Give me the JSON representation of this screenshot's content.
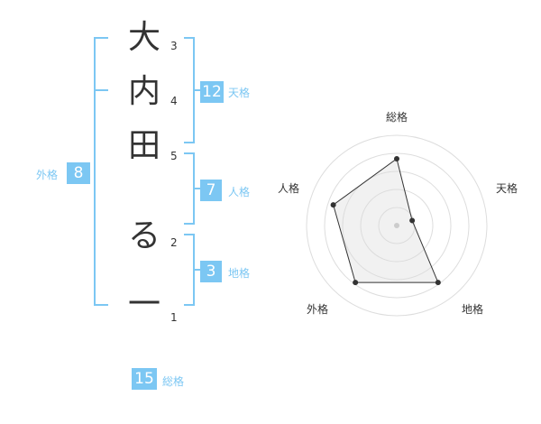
{
  "name_chars": [
    {
      "char": "大",
      "strokes": "3"
    },
    {
      "char": "内",
      "strokes": "4"
    },
    {
      "char": "田",
      "strokes": "5"
    },
    {
      "char": "る",
      "strokes": "2"
    },
    {
      "char": "一",
      "strokes": "1"
    }
  ],
  "kaku": {
    "tenkaku": {
      "value": "12",
      "label": "天格"
    },
    "jinkaku": {
      "value": "7",
      "label": "人格"
    },
    "chikaku": {
      "value": "3",
      "label": "地格"
    },
    "gaikaku": {
      "value": "8",
      "label": "外格"
    },
    "soukaku": {
      "value": "15",
      "label": "総格"
    }
  },
  "colors": {
    "accent": "#7cc7f3",
    "text": "#333333",
    "grid": "#dddddd",
    "fill": "#f0f0f0"
  },
  "chart_data": {
    "type": "radar",
    "axes": [
      "総格",
      "天格",
      "地格",
      "外格",
      "人格"
    ],
    "values": [
      0.74,
      0.18,
      0.78,
      0.78,
      0.74
    ],
    "rings": 5
  }
}
